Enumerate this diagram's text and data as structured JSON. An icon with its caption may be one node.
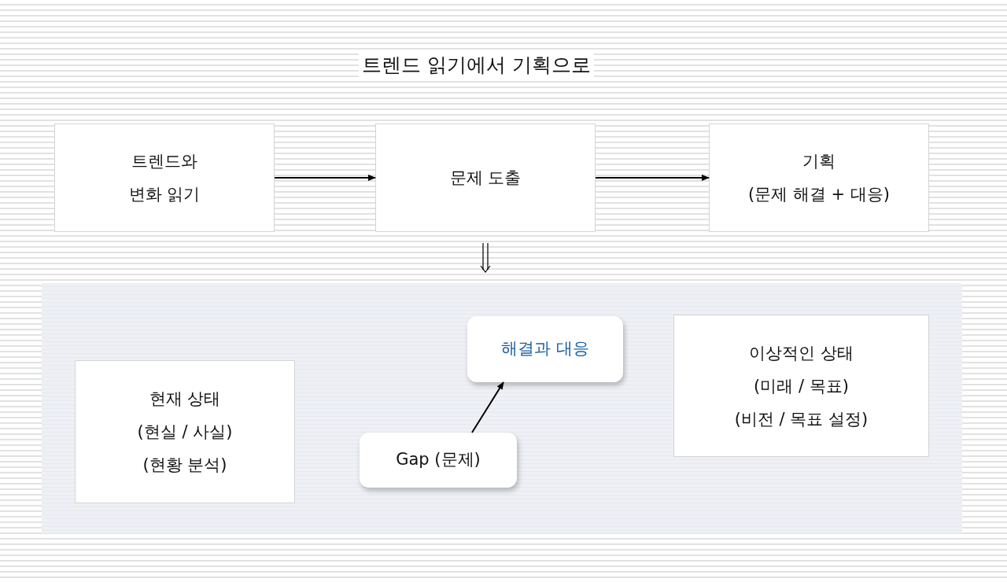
{
  "diagram": {
    "title": "트렌드 읽기에서 기획으로",
    "nodes": [
      {
        "text": [
          "트렌드와 변화 읽기"
        ]
      },
      {
        "text": [
          "문제 도출"
        ]
      },
      {
        "text": [
          "기획",
          "(문제 해결 + 대응)"
        ]
      },
      {
        "text": [],
        "shape": "box"
      },
      {
        "text": [
          "현재 상태",
          "(현실 / 사실)",
          "(현황 분석)"
        ],
        "in": 3
      },
      {
        "text": [
          "Gap (문제)"
        ],
        "in": 3
      },
      {
        "text": [
          "해결과 대응"
        ],
        "in": 3
      },
      {
        "text": [
          "이상적인 상태",
          "(미래 / 목표)",
          "(비전 / 목표 설정)"
        ],
        "in": 3
      }
    ],
    "edges": [
      {
        "from": 0,
        "to": 1,
        "arrow": "to"
      },
      {
        "from": 1,
        "to": 2,
        "arrow": "to"
      },
      {
        "from": 1,
        "to": 3,
        "arrow": "to"
      },
      {
        "from": 5,
        "to": 6,
        "arrow": "to"
      }
    ]
  }
}
